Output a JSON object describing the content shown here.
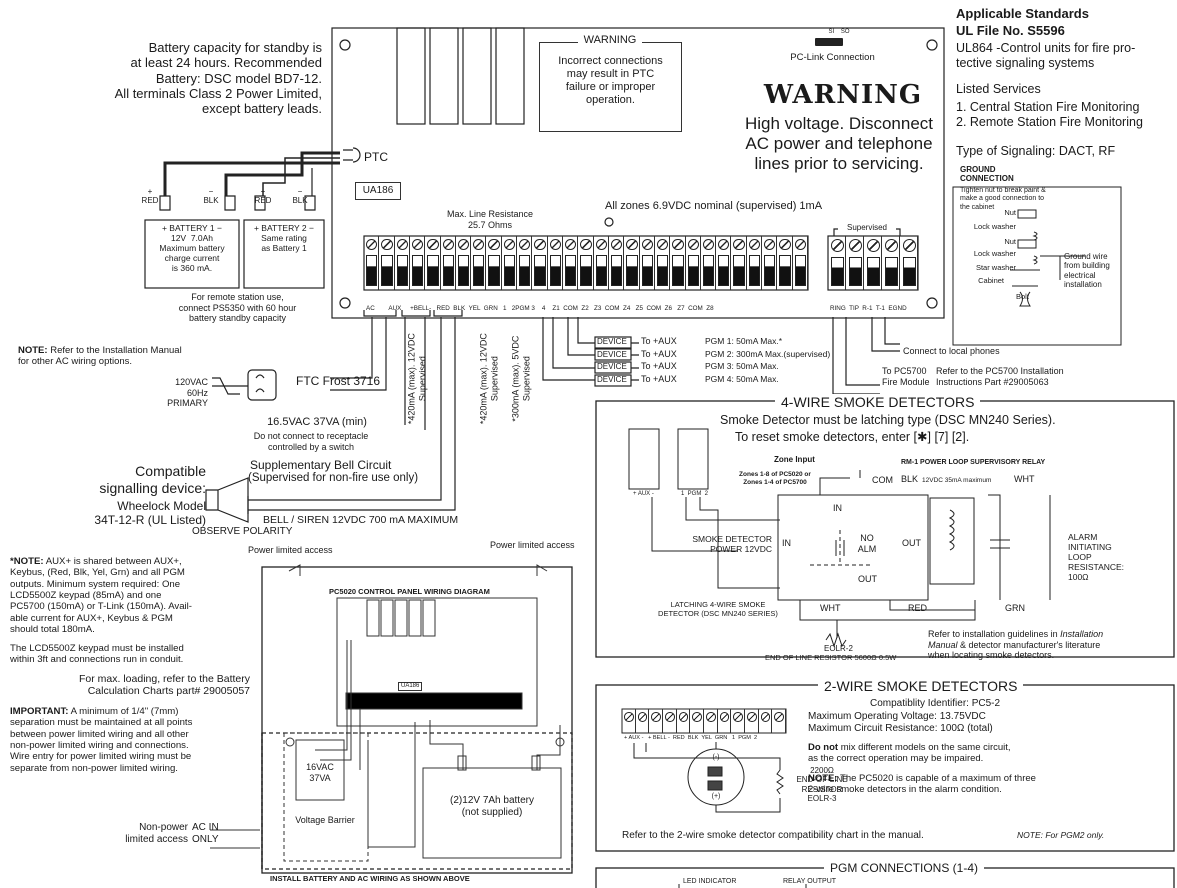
{
  "left": {
    "battery_note": "Battery capacity for standby is\nat least 24 hours. Recommended\nBattery: DSC model BD7-12.\nAll terminals Class 2 Power Limited,\nexcept battery leads.",
    "bat_labels": {
      "red": "RED",
      "blk": "BLK",
      "plus": "+",
      "minus": "−"
    },
    "battery1": "+ BATTERY 1 −\n12V  7.0Ah\nMaximum battery\ncharge current\nis 360 mA.",
    "battery2": "+ BATTERY 2 −\nSame rating\nas Battery 1",
    "remote_note": "For remote station use,\nconnect PS5350 with 60 hour\nbattery standby capacity",
    "note_label": "NOTE:",
    "note_text": " Refer to the Installation Manual\nfor other AC wiring options.",
    "primary": "120VAC\n60Hz\nPRIMARY",
    "ftc": "FTC Frost 3716",
    "transformer_note": "16.5VAC 37VA (min)",
    "transformer_note2": "Do not connect to receptacle\ncontrolled by a switch",
    "bell_circuit": "Supplementary Bell Circuit",
    "bell_circuit2": "(Supervised for non-fire use only)",
    "compatible": "Compatible\nsignalling device:",
    "wheelock": "Wheelock Model\n34T-12-R (UL Listed)",
    "observe": "OBSERVE POLARITY",
    "bell_siren": "BELL / SIREN 12VDC 700 mA MAXIMUM",
    "aux_note_label": "*NOTE:",
    "aux_note": " AUX+ is shared between AUX+,\nKeybus, (Red, Blk, Yel, Grn) and all PGM\noutputs. Minimum system required: One\nLCD5500Z keypad (85mA) and one\nPC5700 (150mA) or T-Link (150mA). Avail-\nable current for AUX+, Keybus & PGM\nshould total 180mA.",
    "lcd_note": "The LCD5500Z keypad must be installed\nwithin 3ft and connections run in conduit.",
    "max_loading": "For max. loading, refer to the Battery\nCalculation Charts part# 29005057",
    "important_label": "IMPORTANT:",
    "important": " A minimum of 1/4\" (7mm)\nseparation must be maintained at all points\nbetween power limited wiring and all other\nnon-power limited wiring and connections.\nWire entry for power limited wiring must be\nseparate from non-power limited wiring.",
    "non_power": "Non-power\nlimited access",
    "ac_in": "AC IN\nONLY"
  },
  "board": {
    "ptc": "PTC",
    "ua186": "UA186",
    "warning_small_title": "WARNING",
    "warning_small_text": "Incorrect connections\nmay result in PTC\nfailure or improper\noperation.",
    "pc_link": "PC-Link Connection",
    "si_so": "SI    SO",
    "warning_big": "WARNING",
    "warning_big_text": "High voltage. Disconnect\nAC power and telephone\nlines prior to servicing.",
    "line_res": "Max. Line Resistance\n25.7 Ohms",
    "all_zones": "All zones 6.9VDC nominal (supervised) 1mA",
    "supervised": "Supervised",
    "terminal_labels": "AC        AUX     +BELL-   RED  BLK  YEL  GRN   1   2PGM 3    4    Z1  COM  Z2   Z3  COM  Z4   Z5  COM  Z6   Z7  COM  Z8",
    "phone_labels": "RING  TIP  R-1  T-1  EGND",
    "aux_vert": "*420mA (max). 12VDC\nSupervised",
    "bell_vert": "*420mA (max). 12VDC\nSupervised",
    "pgm_vert": "*300mA (max). 5VDC\nSupervised",
    "device": "DEVICE",
    "to_aux": "To +AUX",
    "pgm_specs": [
      "PGM 1: 50mA Max.*",
      "PGM 2: 300mA Max.(supervised)",
      "PGM 3: 50mA Max.",
      "PGM 4: 50mA Max."
    ],
    "local_phones": "Connect to local phones",
    "to_pc5700": "To PC5700\nFire Module",
    "refer_pc5700": "Refer to the PC5700 Installation\nInstructions Part #29005063"
  },
  "standards": {
    "title": "Applicable Standards",
    "ul_file": "UL File No. S5596",
    "ul864": "UL864 -Control units for fire pro-\ntective signaling systems",
    "listed": "Listed Services",
    "services": "1. Central Station Fire Monitoring\n2. Remote Station Fire Monitoring",
    "signaling": "Type of Signaling: DACT, RF",
    "ground_title": "GROUND\nCONNECTION",
    "ground_text": "Tighten nut to break paint &\nmake a good connection to\nthe cabinet",
    "nut": "Nut",
    "lock_washer": "Lock washer",
    "nut2": "Nut",
    "lock_washer2": "Lock washer",
    "star_washer": "Star washer",
    "cabinet": "Cabinet",
    "bolt": "Bolt",
    "ground_wire": "Ground wire\nfrom building\nelectrical\ninstallation"
  },
  "four_wire": {
    "title": "4-WIRE SMOKE DETECTORS",
    "latching": "Smoke Detector must be latching type (DSC MN240 Series).",
    "reset": "To reset smoke detectors, enter [✱] [7] [2].",
    "zone_input": "Zone Input",
    "zones_note": "Zones 1-8 of PC5020 or\nZones 1-4 of PC5700",
    "aux": "+ AUX -",
    "pgm": "1  PGM  2",
    "com": "COM",
    "relay_title": "RM-1 POWER LOOP SUPERVISORY RELAY",
    "blk": "BLK",
    "relay_spec": "12VDC 35mA maximum",
    "wht": "WHT",
    "smoke_power": "SMOKE DETECTOR\nPOWER 12VDC",
    "in": "IN",
    "in2": "IN",
    "no_alm": "NO\nALM",
    "out": "OUT",
    "out2": "OUT",
    "alarm_loop": "ALARM\nINITIATING\nLOOP\nRESISTANCE:\n100Ω",
    "latching_det": "LATCHING 4-WIRE SMOKE\nDETECTOR (DSC MN240 SERIES)",
    "wht2": "WHT",
    "red": "RED",
    "grn": "GRN",
    "eolr": "EOLR-2",
    "eol_resistor": "END OF LINE RESISTOR 5600Ω 0.5W",
    "refer_install_1": "Refer to installation guidelines in ",
    "refer_install_2": "Installation\nManual",
    "refer_install_3": " & detector manufacturer's literature\nwhen locating smoke detectors."
  },
  "panel_diagram": {
    "power_limited_left": "Power limited access",
    "power_limited_right": "Power limited access",
    "title": "PC5020 CONTROL PANEL WIRING DIAGRAM",
    "ua186": "UA186",
    "transformer": "16VAC\n37VA",
    "voltage_barrier": "Voltage Barrier",
    "battery": "(2)12V 7Ah battery\n(not supplied)",
    "install": "INSTALL BATTERY AND AC WIRING AS SHOWN ABOVE"
  },
  "two_wire": {
    "title": "2-WIRE SMOKE DETECTORS",
    "compat": "Compatiblity Identifier: PC5-2",
    "max_v": "Maximum Operating Voltage: 13.75VDC",
    "max_r": "Maximum Circuit Resistance: 100Ω (total)",
    "do_not_label": "Do not",
    "do_not": " mix different models on the same circuit,\nas the correct operation may be impaired.",
    "note_label": "NOTE:",
    "note": " The PC5020 is capable of a maximum of three\n2-wire smoke detectors in the alarm condition.",
    "terminals": "+ AUX -   + BELL -  RED  BLK  YEL  GRN   1  PGM  2",
    "resistor": "2200Ω\nEND-OF-LINE\nRESISTOR\nEOLR-3",
    "refer": "Refer to the 2-wire smoke detector compatibility chart in the manual.",
    "pgm2_only": "NOTE: For PGM2 only.",
    "minus": "(-)",
    "plus": "(+)"
  },
  "pgm_conn": {
    "title": "PGM CONNECTIONS (1-4)",
    "led": "LED INDICATOR",
    "relay": "RELAY OUTPUT"
  }
}
